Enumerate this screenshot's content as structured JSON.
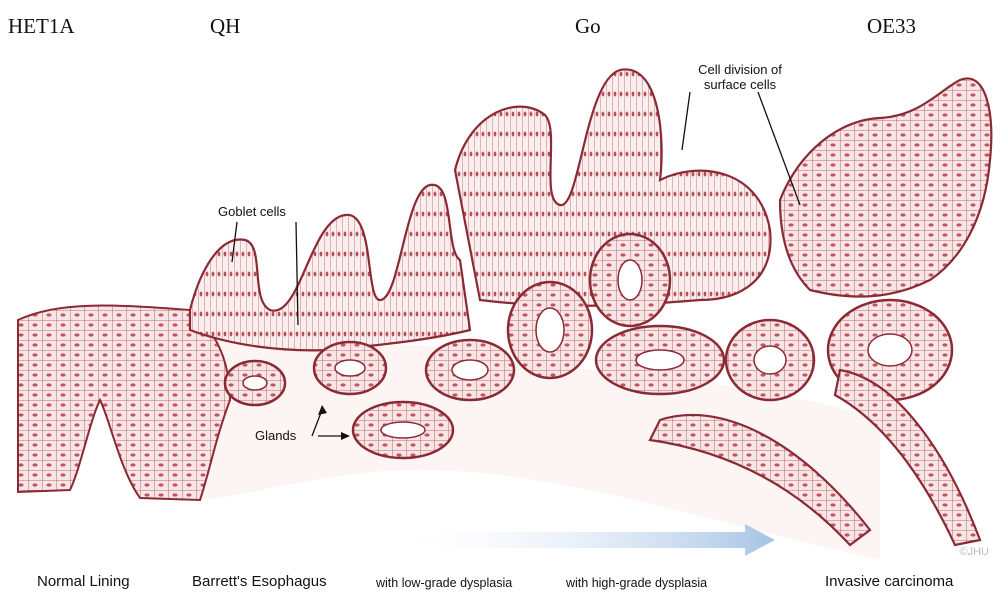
{
  "top_labels": {
    "het1a": "HET1A",
    "qh": "QH",
    "go": "Go",
    "oe33": "OE33"
  },
  "annotations": {
    "goblet_cells": "Goblet cells",
    "cell_division_line1": "Cell division of",
    "cell_division_line2": "surface cells",
    "glands": "Glands"
  },
  "bottom_labels": {
    "normal": "Normal Lining",
    "barretts": "Barrett's Esophagus",
    "low_grade": "with low-grade dysplasia",
    "high_grade": "with high-grade dysplasia",
    "invasive": "Invasive carcinoma"
  },
  "copyright": "©JHU",
  "colors": {
    "tissue_outline": "#8a2a34",
    "tissue_fill": "#f7e4e4",
    "nucleus": "#b2434d",
    "arrow": "#a9c6e8"
  }
}
